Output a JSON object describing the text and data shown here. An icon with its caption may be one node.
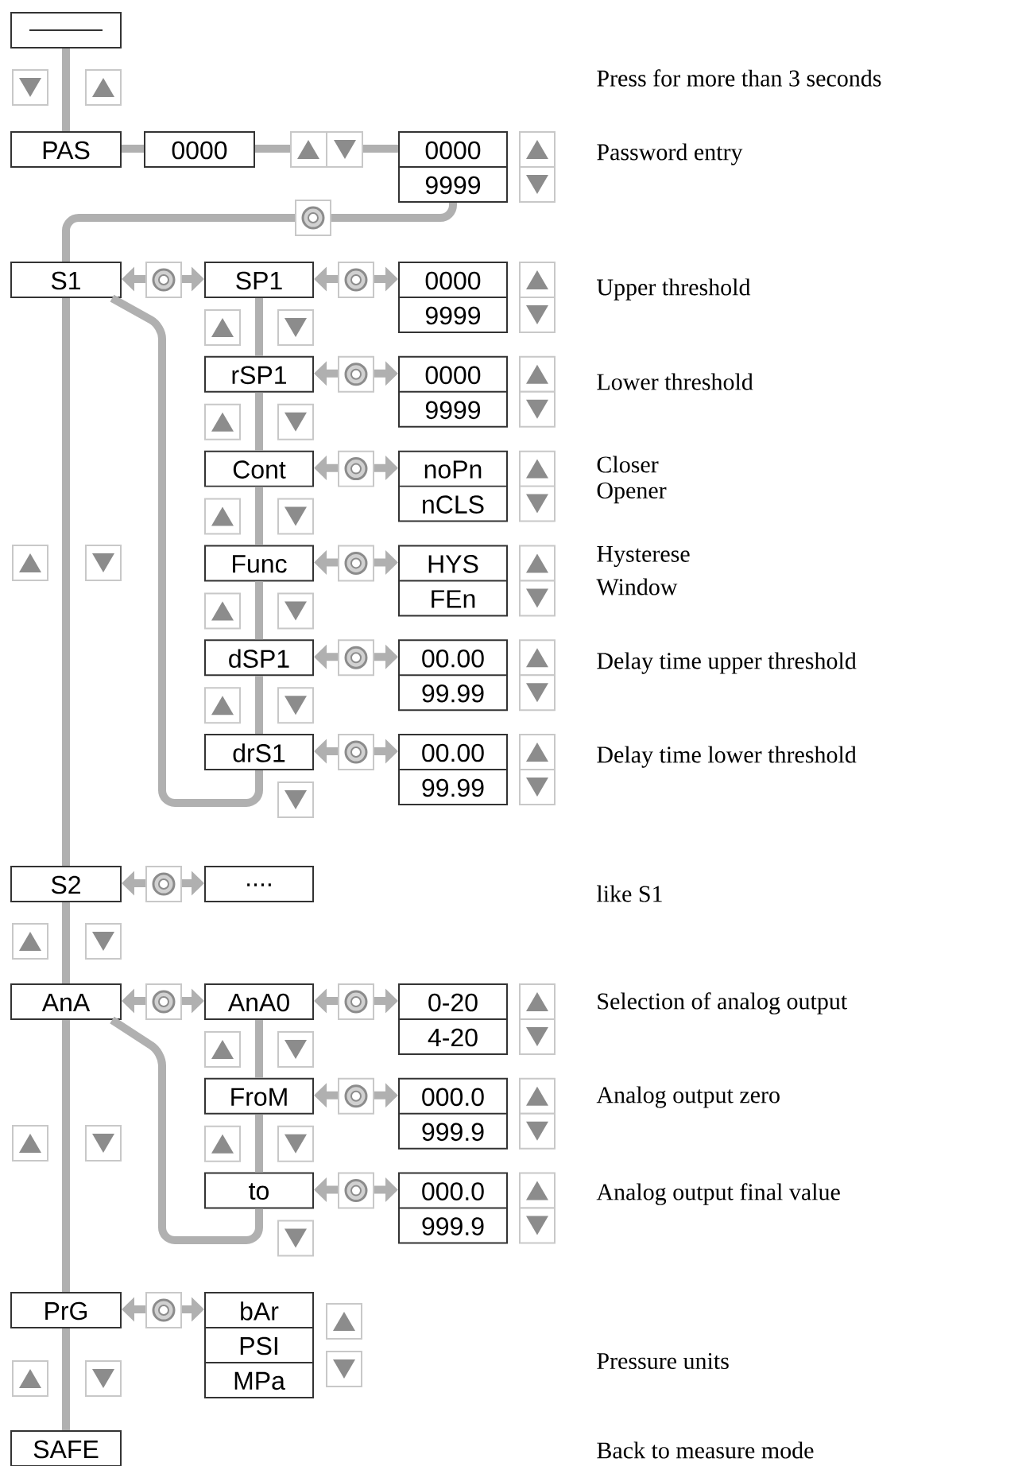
{
  "diagram": {
    "nodes": [
      {
        "text": [],
        "shape": "box"
      },
      {
        "text": [
          "PAS"
        ]
      },
      {
        "text": [
          "0000"
        ]
      },
      {
        "text": [
          "0000",
          "9999"
        ]
      },
      {
        "text": [
          "S1"
        ]
      },
      {
        "text": [
          "SP1"
        ]
      },
      {
        "text": [
          "0000",
          "9999"
        ]
      },
      {
        "text": [
          "rSP1"
        ]
      },
      {
        "text": [
          "0000",
          "9999"
        ]
      },
      {
        "text": [
          "Cont"
        ]
      },
      {
        "text": [
          "noPn",
          "nCLS"
        ]
      },
      {
        "text": [
          "Func"
        ]
      },
      {
        "text": [
          "HYS",
          "FEn"
        ]
      },
      {
        "text": [
          "dSP1"
        ]
      },
      {
        "text": [
          "00.00",
          "99.99"
        ]
      },
      {
        "text": [
          "drS1"
        ]
      },
      {
        "text": [
          "00.00",
          "99.99"
        ]
      },
      {
        "text": [
          "S2"
        ]
      },
      {
        "text": [
          "...."
        ]
      },
      {
        "text": [
          "AnA"
        ]
      },
      {
        "text": [
          "AnA0"
        ]
      },
      {
        "text": [
          "0-20",
          "4-20"
        ]
      },
      {
        "text": [
          "FroM"
        ]
      },
      {
        "text": [
          "000.0",
          "999.9"
        ]
      },
      {
        "text": [
          "to"
        ]
      },
      {
        "text": [
          "000.0",
          "999.9"
        ]
      },
      {
        "text": [
          "PrG"
        ]
      },
      {
        "text": [
          "bAr",
          "PSI",
          "MPa"
        ]
      },
      {
        "text": [
          "SAFE"
        ]
      },
      {
        "text": [],
        "shape": "box"
      }
    ],
    "edges": [
      {
        "from": 0,
        "to": 1,
        "arrow": "none"
      },
      {
        "from": 1,
        "to": 2,
        "arrow": "none"
      },
      {
        "from": 2,
        "to": 29,
        "arrow": "none"
      },
      {
        "from": 3,
        "to": 4,
        "arrow": "none"
      },
      {
        "from": 4,
        "to": 5,
        "arrow": "both"
      },
      {
        "from": 5,
        "to": 6,
        "arrow": "both"
      },
      {
        "from": 5,
        "to": 7,
        "arrow": "none"
      },
      {
        "from": 7,
        "to": 8,
        "arrow": "both"
      },
      {
        "from": 7,
        "to": 9,
        "arrow": "none"
      },
      {
        "from": 9,
        "to": 10,
        "arrow": "both"
      },
      {
        "from": 9,
        "to": 11,
        "arrow": "none"
      },
      {
        "from": 11,
        "to": 12,
        "arrow": "both"
      },
      {
        "from": 11,
        "to": 13,
        "arrow": "none"
      },
      {
        "from": 13,
        "to": 14,
        "arrow": "both"
      },
      {
        "from": 13,
        "to": 15,
        "arrow": "none"
      },
      {
        "from": 15,
        "to": 16,
        "arrow": "both"
      },
      {
        "from": 15,
        "to": 4,
        "arrow": "none"
      },
      {
        "from": 4,
        "to": 17,
        "arrow": "none"
      },
      {
        "from": 17,
        "to": 18,
        "arrow": "both"
      },
      {
        "from": 17,
        "to": 19,
        "arrow": "none"
      },
      {
        "from": 19,
        "to": 20,
        "arrow": "both"
      },
      {
        "from": 20,
        "to": 21,
        "arrow": "both"
      },
      {
        "from": 20,
        "to": 22,
        "arrow": "none"
      },
      {
        "from": 22,
        "to": 23,
        "arrow": "both"
      },
      {
        "from": 22,
        "to": 24,
        "arrow": "none"
      },
      {
        "from": 24,
        "to": 25,
        "arrow": "both"
      },
      {
        "from": 24,
        "to": 19,
        "arrow": "none"
      },
      {
        "from": 19,
        "to": 26,
        "arrow": "none"
      },
      {
        "from": 26,
        "to": 27,
        "arrow": "both"
      },
      {
        "from": 26,
        "to": 28,
        "arrow": "none"
      },
      {
        "from": 29,
        "to": 3,
        "arrow": "none"
      }
    ],
    "labels": [
      "Press for more than 3 seconds",
      "Password entry",
      "Upper threshold",
      "Lower threshold",
      "Closer",
      "Opener",
      "Hysterese",
      "Window",
      "Delay time upper threshold",
      "Delay time lower threshold",
      "like S1",
      "Selection of analog output",
      "Analog output zero",
      "Analog output final value",
      "Pressure units",
      "Back to measure mode"
    ]
  }
}
